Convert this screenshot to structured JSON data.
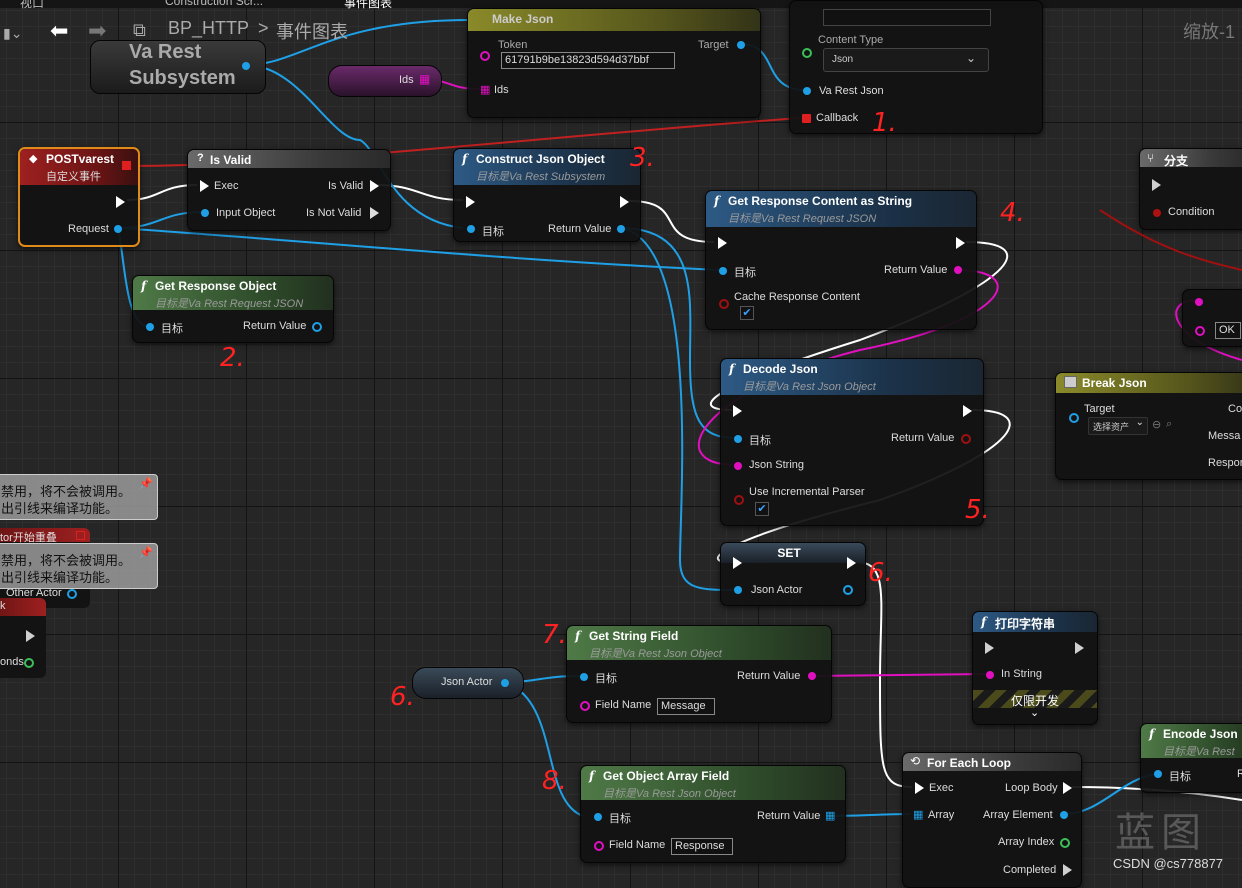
{
  "tabs": [
    "视口",
    "Construction Scr...",
    "事件图表"
  ],
  "breadcrumb": {
    "blueprint": "BP_HTTP",
    "separator": ">",
    "graph": "事件图表"
  },
  "zoom_label": "缩放-1",
  "nodes": {
    "va_rest_subsystem": {
      "line1": "Va Rest",
      "line2": "Subsystem"
    },
    "ids_var": {
      "label": "Ids"
    },
    "make_json": {
      "title": "Make Json",
      "token_label": "Token",
      "target_label": "Target",
      "token_value": "61791b9be13823d594d37bbf",
      "ids_label": "Ids"
    },
    "call_url": {
      "content_type_label": "Content Type",
      "content_type_value": "Json",
      "va_rest_json_label": "Va Rest Json",
      "callback_label": "Callback"
    },
    "post_event": {
      "title": "POSTvarest",
      "subtitle": "自定义事件",
      "request_label": "Request"
    },
    "is_valid": {
      "title": "Is Valid",
      "exec_label": "Exec",
      "input_label": "Input Object",
      "is_valid_label": "Is Valid",
      "is_not_valid_label": "Is Not Valid"
    },
    "construct_json": {
      "title": "Construct Json Object",
      "subtitle": "目标是Va Rest Subsystem",
      "target_label": "目标",
      "return_label": "Return Value"
    },
    "get_response_content": {
      "title": "Get Response Content as String",
      "subtitle": "目标是Va Rest Request JSON",
      "target_label": "目标",
      "return_label": "Return Value",
      "cache_label": "Cache Response Content"
    },
    "get_response_object": {
      "title": "Get Response Object",
      "subtitle": "目标是Va Rest Request JSON",
      "target_label": "目标",
      "return_label": "Return Value"
    },
    "decode_json": {
      "title": "Decode Json",
      "subtitle": "目标是Va Rest Json Object",
      "target_label": "目标",
      "return_label": "Return Value",
      "json_string_label": "Json String",
      "incremental_label": "Use Incremental Parser"
    },
    "branch": {
      "title": "分支",
      "condition_label": "Condition"
    },
    "break_json": {
      "title": "Break Json",
      "target_label": "Target",
      "asset_select": "选择资产",
      "messa_label": "Messa",
      "respor_label": "Respor",
      "co_label": "Co"
    },
    "ok_node": {
      "label": "OK"
    },
    "set_node": {
      "title": "SET",
      "json_actor_label": "Json Actor"
    },
    "get_string_field": {
      "title": "Get String Field",
      "subtitle": "目标是Va Rest Json Object",
      "target_label": "目标",
      "return_label": "Return Value",
      "field_name_label": "Field Name",
      "field_name_value": "Message"
    },
    "print_string": {
      "title": "打印字符串",
      "in_string_label": "In String",
      "dev_only": "仅限开发"
    },
    "json_actor_var": {
      "label": "Json Actor"
    },
    "get_object_array": {
      "title": "Get Object Array Field",
      "subtitle": "目标是Va Rest Json Object",
      "target_label": "目标",
      "return_label": "Return Value",
      "field_name_label": "Field Name",
      "field_name_value": "Response"
    },
    "for_each": {
      "title": "For Each Loop",
      "exec_label": "Exec",
      "loop_body_label": "Loop Body",
      "array_label": "Array",
      "element_label": "Array Element",
      "index_label": "Array Index",
      "completed_label": "Completed"
    },
    "encode_json": {
      "title": "Encode Json",
      "subtitle": "目标是Va Rest",
      "target_label": "目标",
      "r_label": "R"
    },
    "left_stub": {
      "actor_event": "tor开始重叠",
      "other_actor": "Other Actor",
      "k_label": "k",
      "bonds_label": "onds"
    }
  },
  "comments": [
    {
      "line1": "禁用，将不会被调用。",
      "line2": "出引线来编译功能。"
    },
    {
      "line1": "禁用，将不会被调用。",
      "line2": "出引线来编译功能。"
    }
  ],
  "annotations": [
    "1.",
    "2.",
    "3.",
    "4.",
    "5.",
    "6.",
    "6.",
    "7.",
    "8."
  ],
  "watermark": {
    "big": "蓝图",
    "csdn": "CSDN @cs778877"
  },
  "colors": {
    "object_pin": "#1fa0e6",
    "string_pin": "#e010c0",
    "event_header": "#9e2020",
    "function_header": "#2d5a85",
    "pure_header": "#4f7a47",
    "annotation": "#ff2222"
  }
}
